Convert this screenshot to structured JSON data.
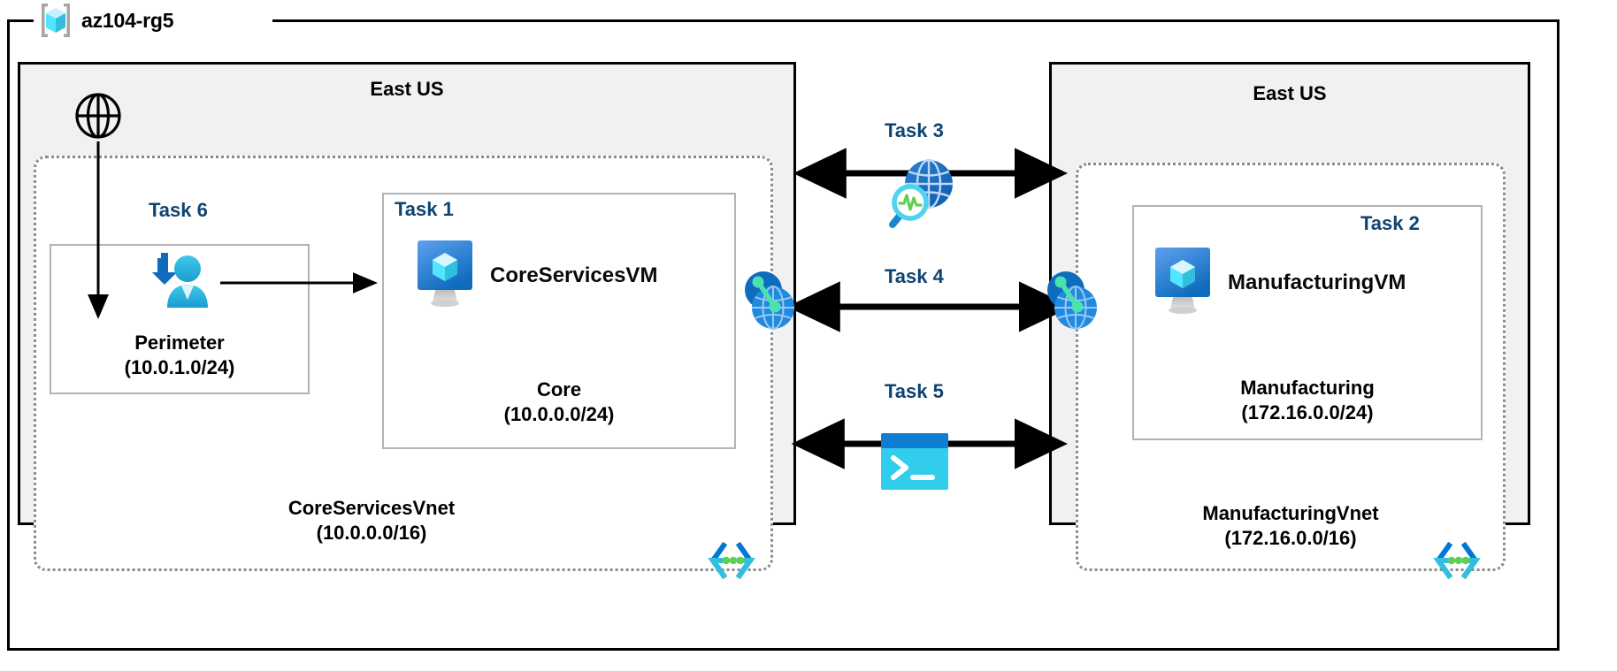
{
  "resource_group": {
    "name": "az104-rg5",
    "icon": "azure-resource-group-icon"
  },
  "regions": [
    {
      "id": "left",
      "name": "East US"
    },
    {
      "id": "right",
      "name": "East US"
    }
  ],
  "vnets": [
    {
      "id": "core-services-vnet",
      "name": "CoreServicesVnet",
      "cidr": "(10.0.0.0/16)",
      "region": "East US",
      "icon": "virtual-network-icon"
    },
    {
      "id": "manufacturing-vnet",
      "name": "ManufacturingVnet",
      "cidr": "(172.16.0.0/16)",
      "region": "East US",
      "icon": "virtual-network-icon"
    }
  ],
  "subnets": [
    {
      "id": "perimeter",
      "name": "Perimeter",
      "cidr": "(10.0.1.0/24)",
      "task": "Task 6",
      "icon": "user-inbound-icon"
    },
    {
      "id": "core",
      "name": "Core",
      "cidr": "(10.0.0.0/24)",
      "task": "Task 1",
      "vm": "CoreServicesVM",
      "icon": "virtual-machine-icon"
    },
    {
      "id": "manufacturing",
      "name": "Manufacturing",
      "cidr": "(172.16.0.0/24)",
      "task": "Task 2",
      "vm": "ManufacturingVM",
      "icon": "virtual-machine-icon"
    }
  ],
  "connections": [
    {
      "id": "network-watcher",
      "task": "Task 3",
      "icon": "network-watcher-globe-magnifier-icon",
      "arrow": "bidirectional"
    },
    {
      "id": "vnet-peering",
      "task": "Task 4",
      "icon": "vnet-peering-icon",
      "arrow": "bidirectional"
    },
    {
      "id": "cloud-shell",
      "task": "Task 5",
      "icon": "cloud-shell-terminal-icon",
      "arrow": "bidirectional"
    }
  ],
  "internet": {
    "icon": "internet-globe-icon",
    "arrow_to": "Perimeter"
  },
  "colors": {
    "task_label": "#0f4471",
    "region_fill": "#f1f1f1",
    "vnet_border": "#8a8a8a",
    "subnet_border": "#b3b3b3",
    "frame": "#000000",
    "azure_blue": "#0078d4",
    "azure_cyan": "#50e6ff",
    "accent_green": "#5fd04f"
  }
}
